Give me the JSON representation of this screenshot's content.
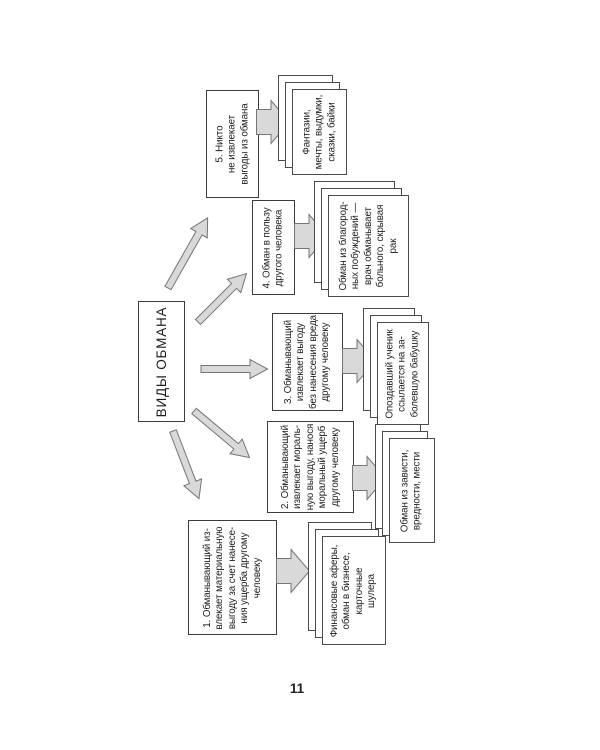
{
  "page": {
    "number": "11"
  },
  "colors": {
    "arrow_fill": "#d9d9d9",
    "arrow_stroke": "#757575",
    "box_border": "#3c3c3c",
    "text": "#1c1c1c",
    "background": "#ffffff"
  },
  "diagram": {
    "title": "ВИДЫ ОБМАНА",
    "categories": [
      {
        "label": "1. Обманывающий из-\nвлекает материальную\nвыгоду за счет нанесе-\nния ущерба другому\nчеловеку",
        "example": "Финансовые аферы,\nобман в бизнесе,\nкарточные\nшулера"
      },
      {
        "label": "2. Обманывающий\nизвлекает мораль-\nную выгоду, нанося\nморальный ущерб\nдругому человеку",
        "example": "Обман из зависти,\nвредности, мести"
      },
      {
        "label": "3. Обманывающий\nизвлекает выгоду\nбез нанесения вреда\nдругому человеку",
        "example": "Опоздавший ученик\nссылается на за-\nболевшую бабушку"
      },
      {
        "label": "4. Обман в пользу\nдругого человека",
        "example": "Обман из благород-\nных побуждений —\nврач обманывает\nбольного, скрывая\nрак"
      },
      {
        "label": "5. Никто\nне извлекает\nвыгоды из обмана",
        "example": "Фантазии,\nмечты, выдумки,\nсказки, байки"
      }
    ]
  }
}
